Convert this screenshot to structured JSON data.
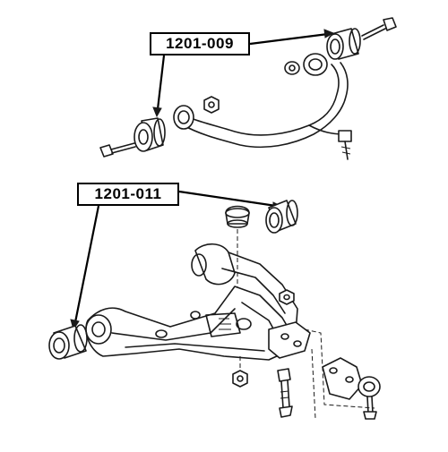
{
  "diagram": {
    "parts": [
      {
        "id": "upper",
        "part_number": "1201-009"
      },
      {
        "id": "lower",
        "part_number": "1201-011"
      }
    ]
  }
}
